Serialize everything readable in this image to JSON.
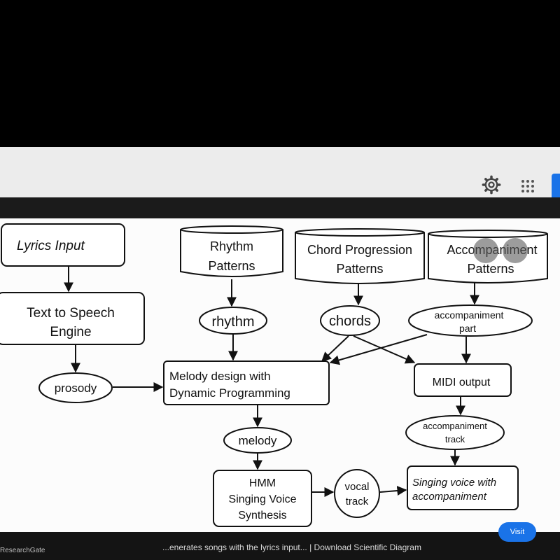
{
  "browser": {
    "settings_icon": "gear-icon",
    "apps_icon": "grid-apps-icon"
  },
  "diagram": {
    "lyrics_input": "Lyrics Input",
    "rhythm_patterns": [
      "Rhythm",
      "Patterns"
    ],
    "chord_patterns": [
      "Chord Progression",
      "Patterns"
    ],
    "accompaniment_patterns": [
      "Accompaniment",
      "Patterns"
    ],
    "tts_engine": [
      "Text to Speech",
      "Engine"
    ],
    "rhythm": "rhythm",
    "chords": "chords",
    "accompaniment_part": [
      "accompaniment",
      "part"
    ],
    "prosody": "prosody",
    "melody_design": [
      "Melody design with",
      "Dynamic Programming"
    ],
    "midi_output": "MIDI output",
    "melody": "melody",
    "accompaniment_track": [
      "accompaniment",
      "track"
    ],
    "hmm": [
      "HMM",
      "Singing Voice",
      "Synthesis"
    ],
    "vocal_track": [
      "vocal",
      "track"
    ],
    "singing_voice": [
      "Singing voice with",
      "accompaniment"
    ]
  },
  "footer": {
    "source": "ResearchGate",
    "title": "...enerates songs with the lyrics input... | Download Scientific Diagram",
    "visit_label": "Visit"
  }
}
